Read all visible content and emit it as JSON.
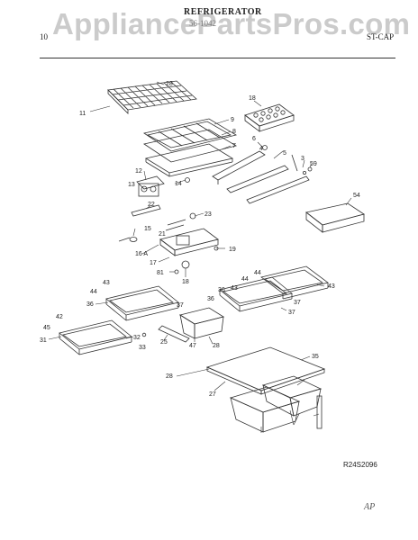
{
  "header": {
    "page_number": "10",
    "title": "REFRIGERATOR",
    "model": "56-1042",
    "section_code": "ST-CAP",
    "watermark": "AppliancePartsPros.com"
  },
  "diagram": {
    "reference": "R24S2096",
    "corner_mark": "AP",
    "callouts": [
      "28",
      "11",
      "18",
      "9",
      "8",
      "7",
      "6",
      "4",
      "5",
      "3",
      "59",
      "12",
      "13",
      "14",
      "22",
      "23",
      "21",
      "15",
      "16 A",
      "17",
      "81",
      "19",
      "18",
      "54",
      "43",
      "44",
      "36",
      "37",
      "44",
      "43",
      "36",
      "37",
      "43",
      "44",
      "36",
      "37",
      "42",
      "45",
      "31",
      "32",
      "25",
      "33",
      "47",
      "28",
      "35",
      "28",
      "27"
    ]
  }
}
